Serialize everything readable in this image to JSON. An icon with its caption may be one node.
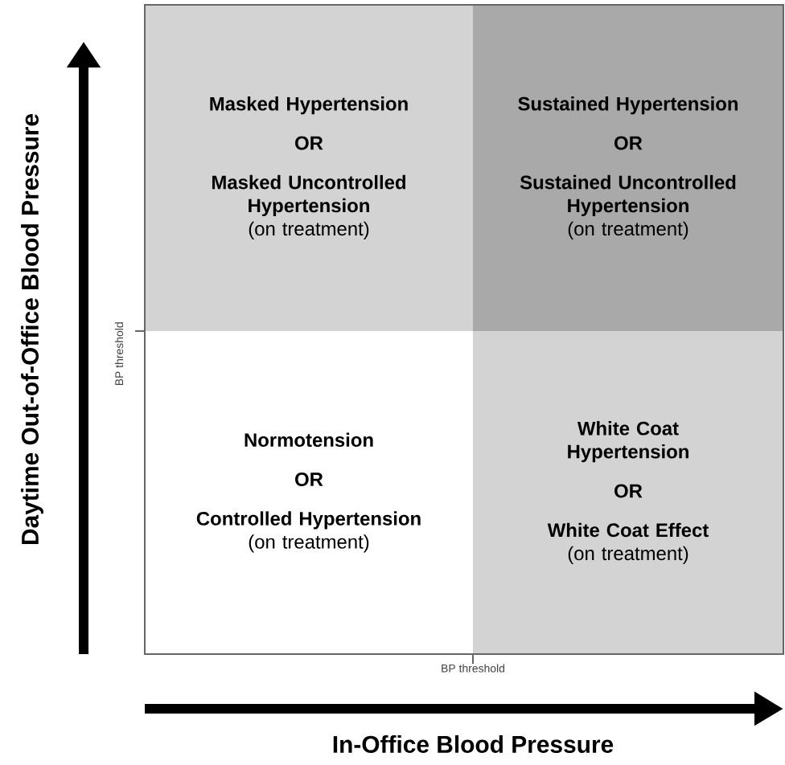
{
  "diagram": {
    "nodes": [
      {
        "text": [
          "Masked Hypertension",
          "OR",
          "Masked Uncontrolled Hypertension",
          "(on treatment)"
        ]
      },
      {
        "text": [
          "Sustained Hypertension",
          "OR",
          "Sustained Uncontrolled Hypertension",
          "(on treatment)"
        ]
      },
      {
        "text": [
          "Normotension",
          "OR",
          "Controlled Hypertension",
          "(on treatment)"
        ]
      },
      {
        "text": [
          "White Coat Hypertension",
          "OR",
          "White Coat Effect",
          "(on treatment)"
        ]
      }
    ],
    "labels": [
      "Daytime Out-of-Office Blood Pressure",
      "BP threshold",
      "BP threshold",
      "In-Office Blood Pressure"
    ]
  }
}
